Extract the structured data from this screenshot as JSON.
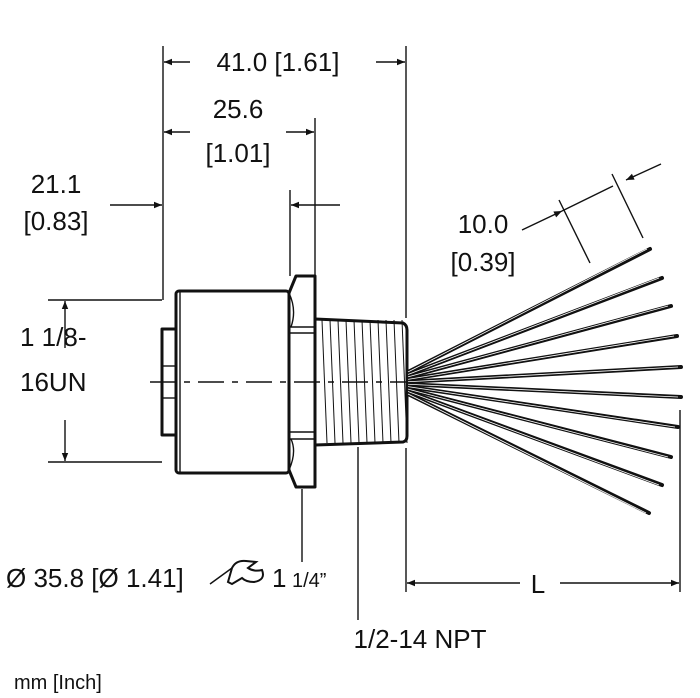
{
  "drawing": {
    "overall_length": "41.0 [1.61]",
    "body_length_mm": "25.6",
    "body_length_in": "[1.01]",
    "nut_offset_mm": "21.1",
    "nut_offset_in": "[0.83]",
    "strip_length_mm": "10.0",
    "strip_length_in": "[0.39]",
    "thread_line1": "1 1/8-",
    "thread_line2": "16UN",
    "diameter": "Ø 35.8 [Ø 1.41]",
    "wrench_size_whole": "1",
    "wrench_size_frac": "1/4”",
    "npt_thread": "1/2-14 NPT",
    "lead_length": "L",
    "units": "mm [Inch]",
    "wire_count": 10
  }
}
